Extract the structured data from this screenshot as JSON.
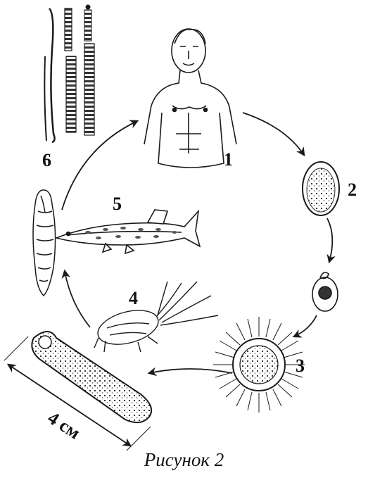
{
  "stages": [
    {
      "number": "1",
      "subject": "human"
    },
    {
      "number": "2",
      "subject": "egg"
    },
    {
      "number": "3",
      "subject": "coracidium"
    },
    {
      "number": "4",
      "subject": "copepod"
    },
    {
      "number": "5",
      "subject": "pike fish"
    },
    {
      "number": "6",
      "subject": "adult tapeworm segments"
    }
  ],
  "scale_label": "4 см",
  "caption": "Рисунок 2",
  "line_color": "#1a1a1a",
  "background": "#ffffff"
}
